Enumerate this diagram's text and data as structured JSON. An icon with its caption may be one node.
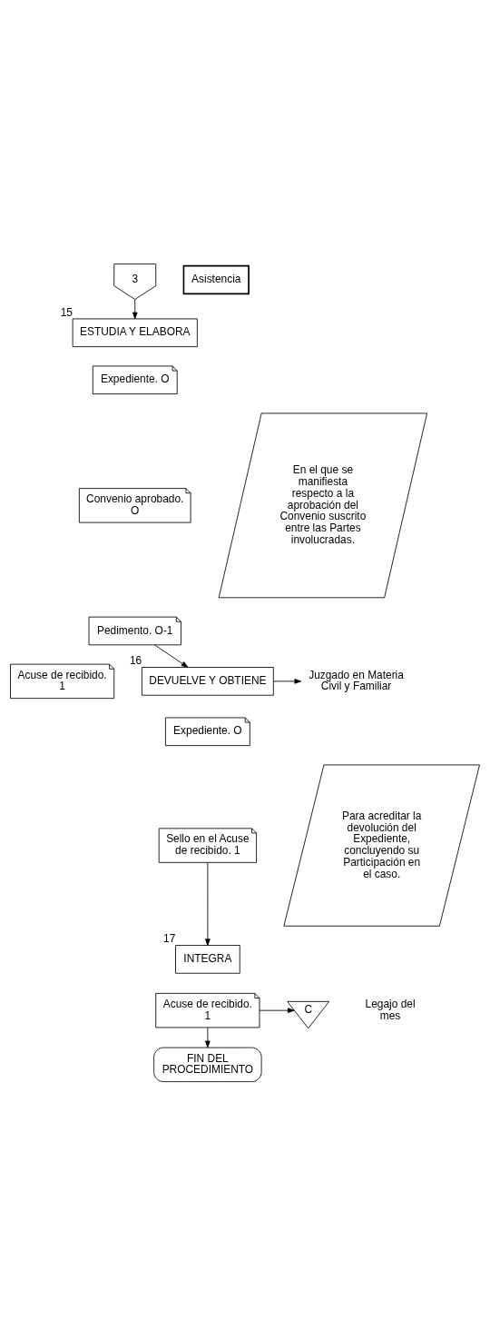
{
  "diagram": {
    "nodes": [
      {
        "text": [
          "3"
        ]
      },
      {
        "text": [
          "ESTUDIA Y ELABORA"
        ],
        "beside": [
          "15"
        ]
      },
      {
        "text": [
          "Expediente. O"
        ]
      },
      {
        "text": [
          "Convenio aprobado. O"
        ]
      },
      {
        "text": [
          "Pedimento. O-1"
        ]
      },
      {
        "text": [
          "Acuse de recibido. 1"
        ]
      },
      {
        "text": [
          "En el que se manifiesta respecto a la aprobación del Convenio suscrito entre las Partes involucradas."
        ]
      },
      {
        "text": [
          "DEVUELVE Y OBTIENE"
        ],
        "beside": [
          "16"
        ]
      },
      {
        "text": [
          "Juzgado en Materia Civil y Familiar"
        ]
      },
      {
        "text": [
          "Expediente. O"
        ]
      },
      {
        "text": [
          "Sello en el Acuse de recibido. 1"
        ]
      },
      {
        "text": [
          "Para acreditar la devolución del Expediente, concluyendo su Participación en el caso."
        ]
      },
      {
        "text": [
          "INTEGRA"
        ],
        "beside": [
          "17"
        ]
      },
      {
        "text": [
          "Acuse de recibido. 1"
        ]
      },
      {
        "text": [
          "C"
        ],
        "beside": [
          "Legajo del mes"
        ]
      },
      {
        "text": [
          "FIN DEL PROCEDIMIENTO"
        ]
      },
      {
        "text": [
          "Asistencia"
        ]
      }
    ],
    "edges": [
      {
        "from": 0,
        "to": 1,
        "arrow": "to"
      },
      {
        "from": 4,
        "to": 7,
        "arrow": "to"
      },
      {
        "from": 7,
        "to": 8,
        "arrow": "to"
      },
      {
        "from": 10,
        "to": 12,
        "arrow": "to"
      },
      {
        "from": 13,
        "to": 14,
        "arrow": "to"
      },
      {
        "from": 13,
        "to": 15,
        "arrow": "to"
      }
    ]
  }
}
